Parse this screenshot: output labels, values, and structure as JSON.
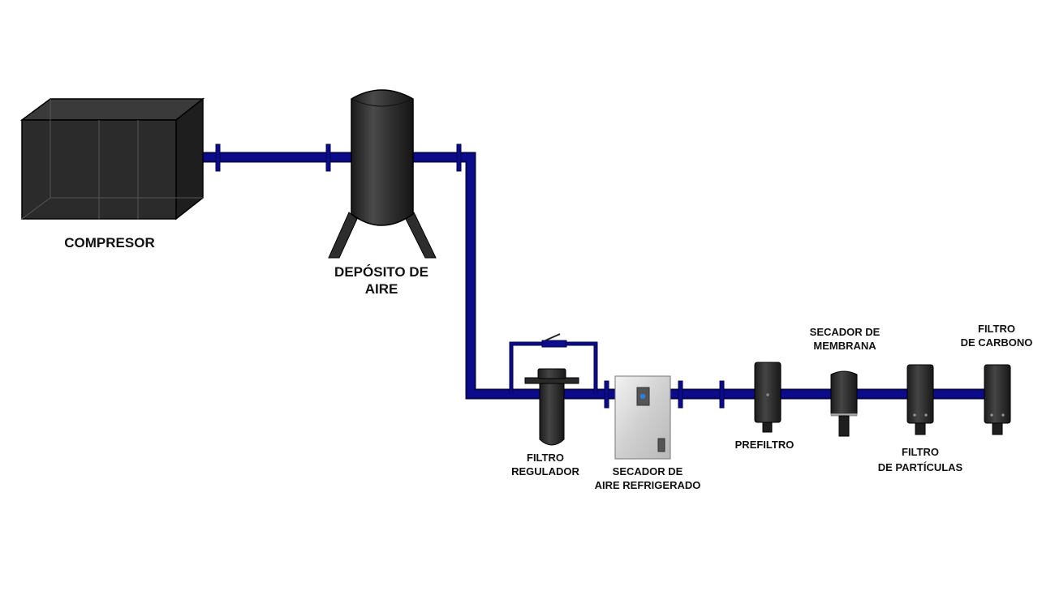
{
  "colors": {
    "pipe": "#0b0b8c",
    "pipe_edge": "#05054a",
    "equipment": "#2a2a2a",
    "equipment_edge": "#000000",
    "dryer_panel": "#d6d6d6",
    "indicator": "#2a7fe0",
    "label": "#111111"
  },
  "labels": {
    "compresor": "COMPRESOR",
    "deposito_line1": "DEPÓSITO DE",
    "deposito_line2": "AIRE",
    "filtro_regulador_line1": "FILTRO",
    "filtro_regulador_line2": "REGULADOR",
    "secador_refrigerado_line1": "SECADOR DE",
    "secador_refrigerado_line2": "AIRE REFRIGERADO",
    "prefiltro": "PREFILTRO",
    "secador_membrana_line1": "SECADOR DE",
    "secador_membrana_line2": "MEMBRANA",
    "filtro_particulas_line1": "FILTRO",
    "filtro_particulas_line2": "DE PARTÍCULAS",
    "filtro_carbono_line1": "FILTRO",
    "filtro_carbono_line2": "DE CARBONO"
  },
  "icons": {
    "compressor": "compressor-icon",
    "tank": "air-tank-icon",
    "regulator": "filter-regulator-icon",
    "dryer": "refrigerated-dryer-icon",
    "filter": "inline-filter-icon",
    "valve": "bypass-valve-icon"
  }
}
